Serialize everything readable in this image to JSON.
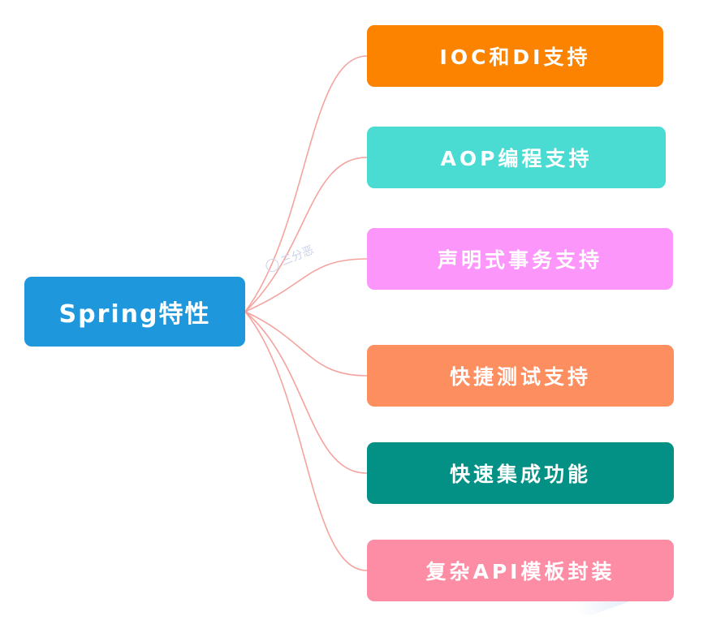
{
  "root": {
    "label": "Spring特性",
    "color": "#1f97dc"
  },
  "branches": [
    {
      "label": "IOC和DI支持",
      "color": "#fb8300"
    },
    {
      "label": "AOP编程支持",
      "color": "#4adbd3"
    },
    {
      "label": "声明式事务支持",
      "color": "#fc96fb"
    },
    {
      "label": "快捷测试支持",
      "color": "#fd8e60"
    },
    {
      "label": "快速集成功能",
      "color": "#039185"
    },
    {
      "label": "复杂API模板封装",
      "color": "#fd8ca5"
    }
  ],
  "connector_color": "#f5a39e",
  "watermark": {
    "text": "三分恶"
  }
}
